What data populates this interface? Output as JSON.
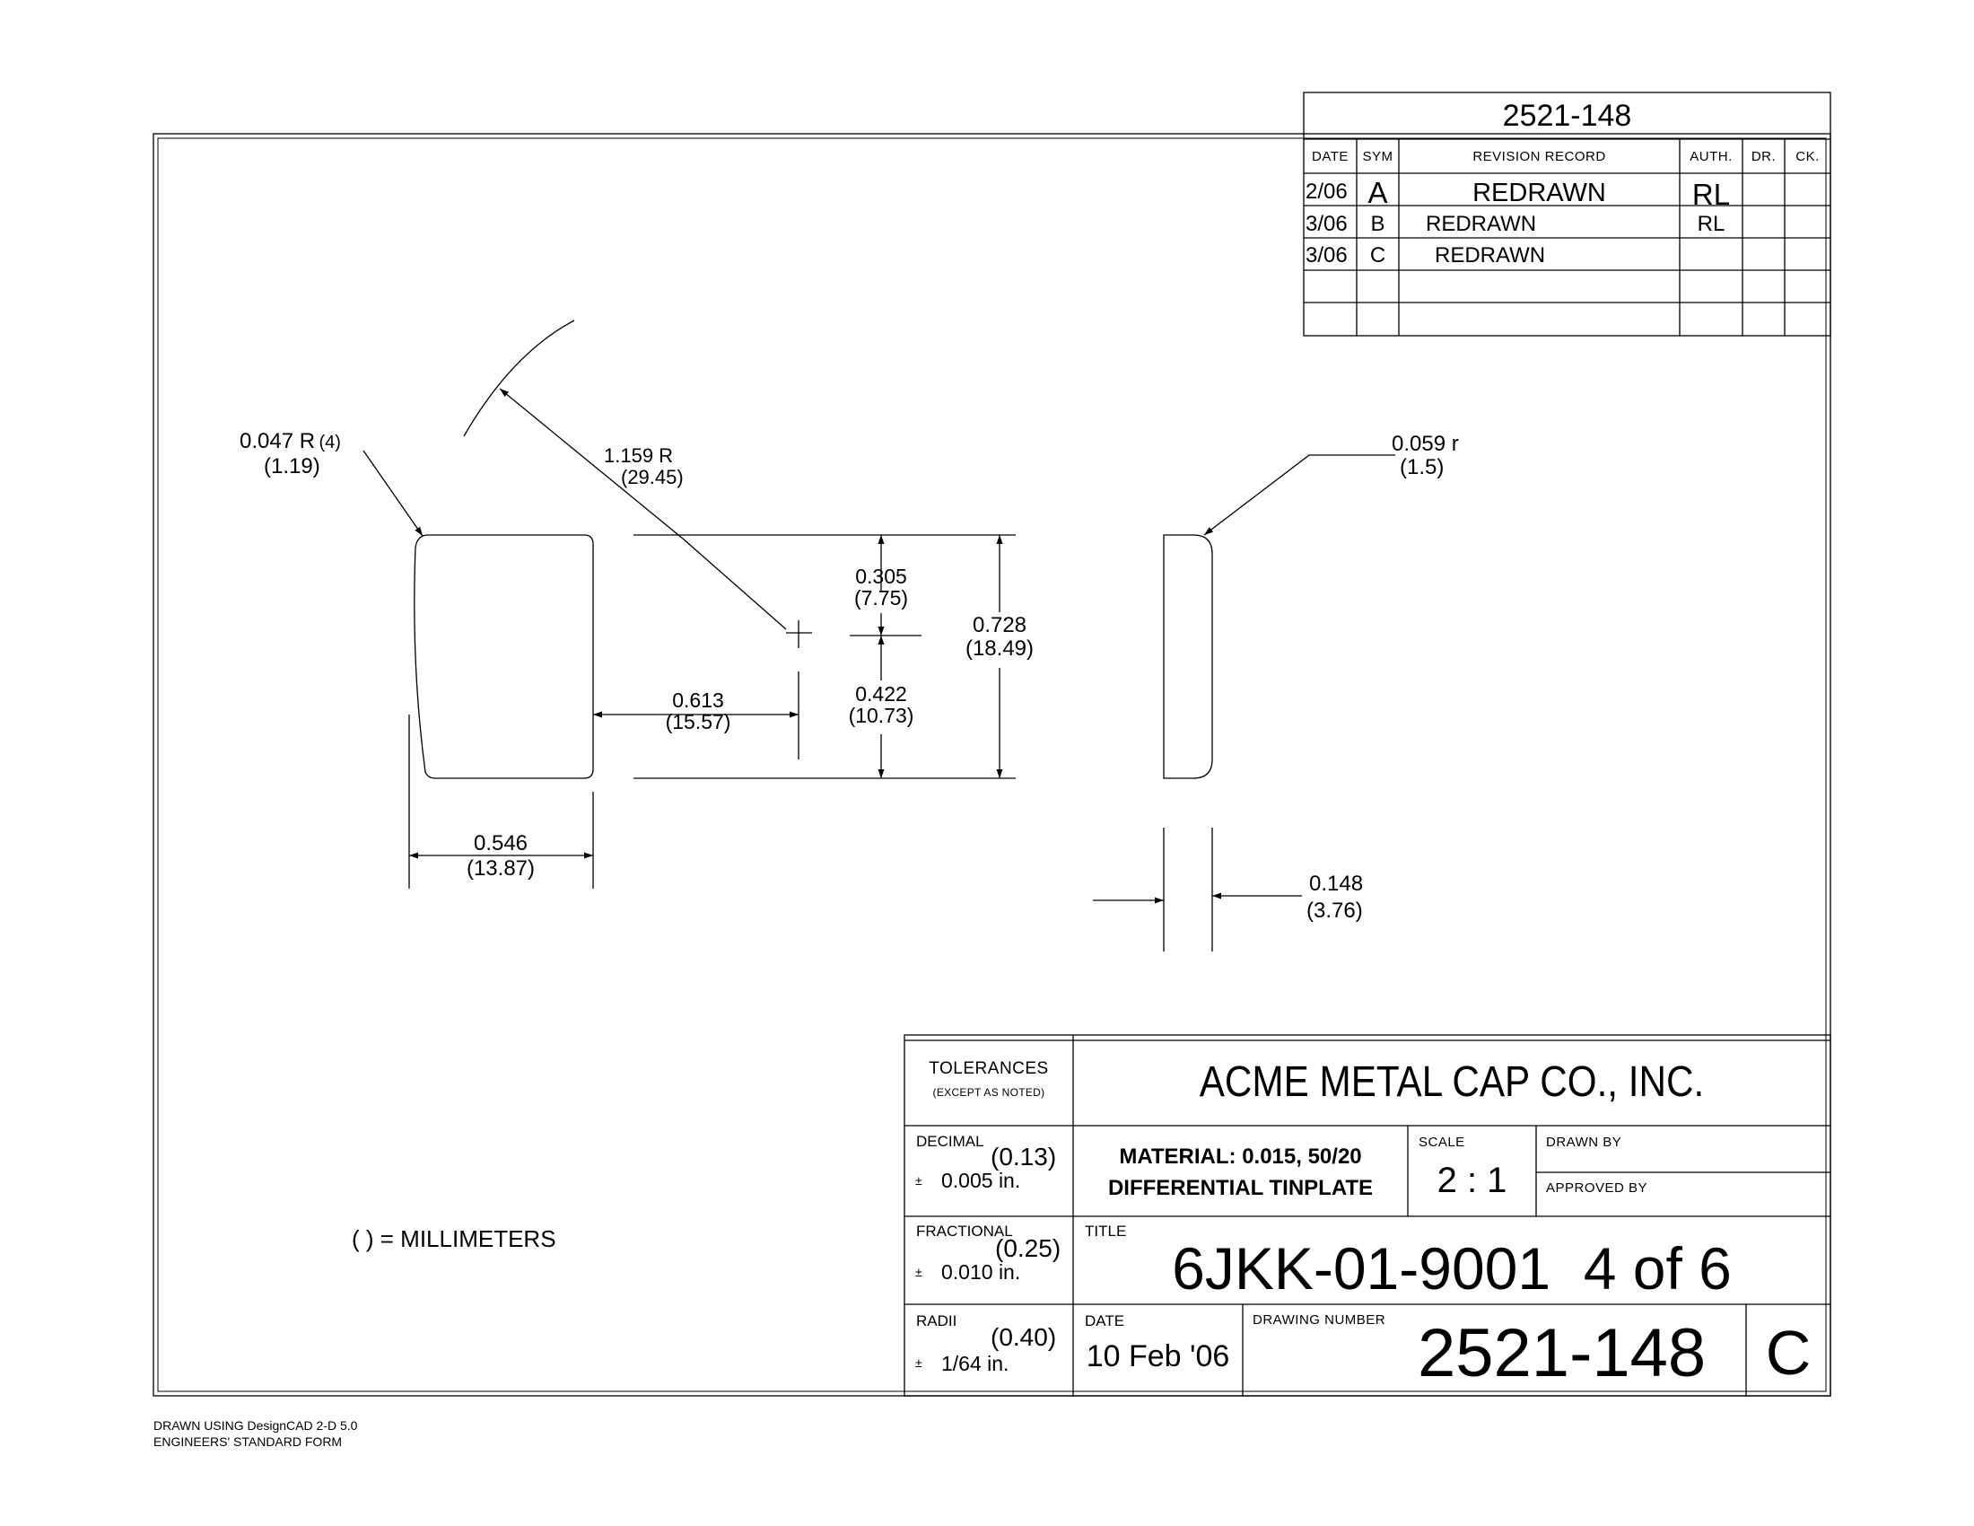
{
  "revision_block": {
    "drawing_no": "2521-148",
    "headers": {
      "date": "DATE",
      "sym": "SYM",
      "record": "REVISION RECORD",
      "auth": "AUTH.",
      "dr": "DR.",
      "ck": "CK."
    },
    "rows": [
      {
        "date": "2/06",
        "sym": "A",
        "record": "REDRAWN",
        "auth": "RL"
      },
      {
        "date": "3/06",
        "sym": "B",
        "record": "REDRAWN",
        "auth": "RL"
      },
      {
        "date": "3/06",
        "sym": "C",
        "record": "REDRAWN",
        "auth": ""
      }
    ]
  },
  "dimensions": {
    "corner_radius": {
      "inch": "0.047 R",
      "qty": "(4)",
      "mm": "(1.19)"
    },
    "arc_radius": {
      "inch": "1.159 R",
      "mm": "(29.45)"
    },
    "edge_radius": {
      "inch": "0.059 r",
      "mm": "(1.5)"
    },
    "upper_offset": {
      "inch": "0.305",
      "mm": "(7.75)"
    },
    "lower_offset": {
      "inch": "0.422",
      "mm": "(10.73)"
    },
    "height": {
      "inch": "0.728",
      "mm": "(18.49)"
    },
    "center_distance": {
      "inch": "0.613",
      "mm": "(15.57)"
    },
    "width": {
      "inch": "0.546",
      "mm": "(13.87)"
    },
    "thickness": {
      "inch": "0.148",
      "mm": "(3.76)"
    }
  },
  "units_note": "( ) = MILLIMETERS",
  "title_block": {
    "tolerances_label": "TOLERANCES",
    "tolerances_sub": "(EXCEPT AS NOTED)",
    "company": "ACME METAL CAP CO., INC.",
    "decimal": {
      "label": "DECIMAL",
      "mm": "(0.13)",
      "pm": "±",
      "inch": "0.005 in."
    },
    "fractional": {
      "label": "FRACTIONAL",
      "mm": "(0.25)",
      "pm": "±",
      "inch": "0.010 in."
    },
    "radii": {
      "label": "RADII",
      "mm": "(0.40)",
      "pm": "±",
      "inch": "1/64 in."
    },
    "material_line1": "MATERIAL:  0.015,  50/20",
    "material_line2": "DIFFERENTIAL TINPLATE",
    "scale_label": "SCALE",
    "scale": "2 : 1",
    "drawn_by_label": "DRAWN BY",
    "approved_by_label": "APPROVED BY",
    "title_label": "TITLE",
    "title": "6JKK-01-9001  4 of 6",
    "date_label": "DATE",
    "date": "10 Feb '06",
    "drawing_number_label": "DRAWING NUMBER",
    "drawing_number": "2521-148",
    "revision": "C"
  },
  "footer": {
    "line1": "DRAWN USING DesignCAD 2-D 5.0",
    "line2": "ENGINEERS' STANDARD FORM"
  }
}
